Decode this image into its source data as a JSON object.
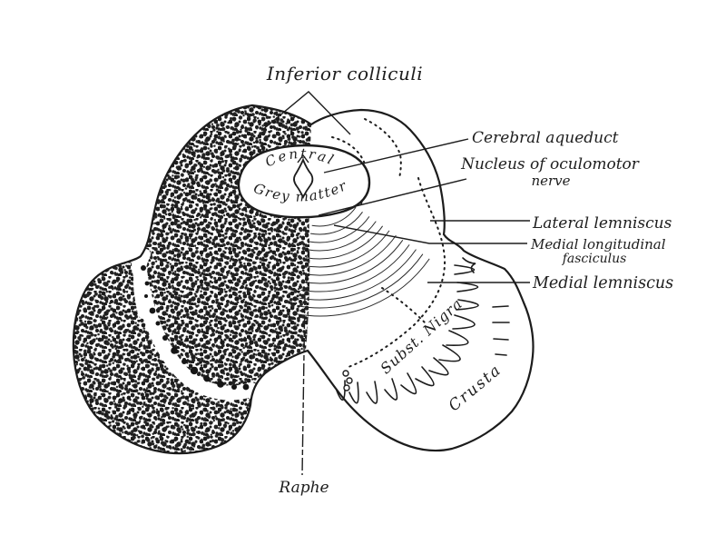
{
  "figure": {
    "title_hint": "Transverse section of midbrain at level of inferior colliculi",
    "background_color": "#ffffff",
    "ink_color": "#1d1d1d",
    "labels": {
      "inferior_colliculi": "Inferior colliculi",
      "cerebral_aqueduct": "Cerebral aqueduct",
      "nucleus_oculomotor_line1": "Nucleus of oculomotor",
      "nucleus_oculomotor_line2": "nerve",
      "lateral_lemniscus": "Lateral lemniscus",
      "medial_longitudinal_line1": "Medial longitudinal",
      "medial_longitudinal_line2": "fasciculus",
      "medial_lemniscus": "Medial lemniscus",
      "substantia_nigra": "Subst. Nigra",
      "crusta": "Crusta",
      "raphe": "Raphe",
      "central_grey_line1": "Central",
      "central_grey_line2": "Grey matter"
    }
  }
}
